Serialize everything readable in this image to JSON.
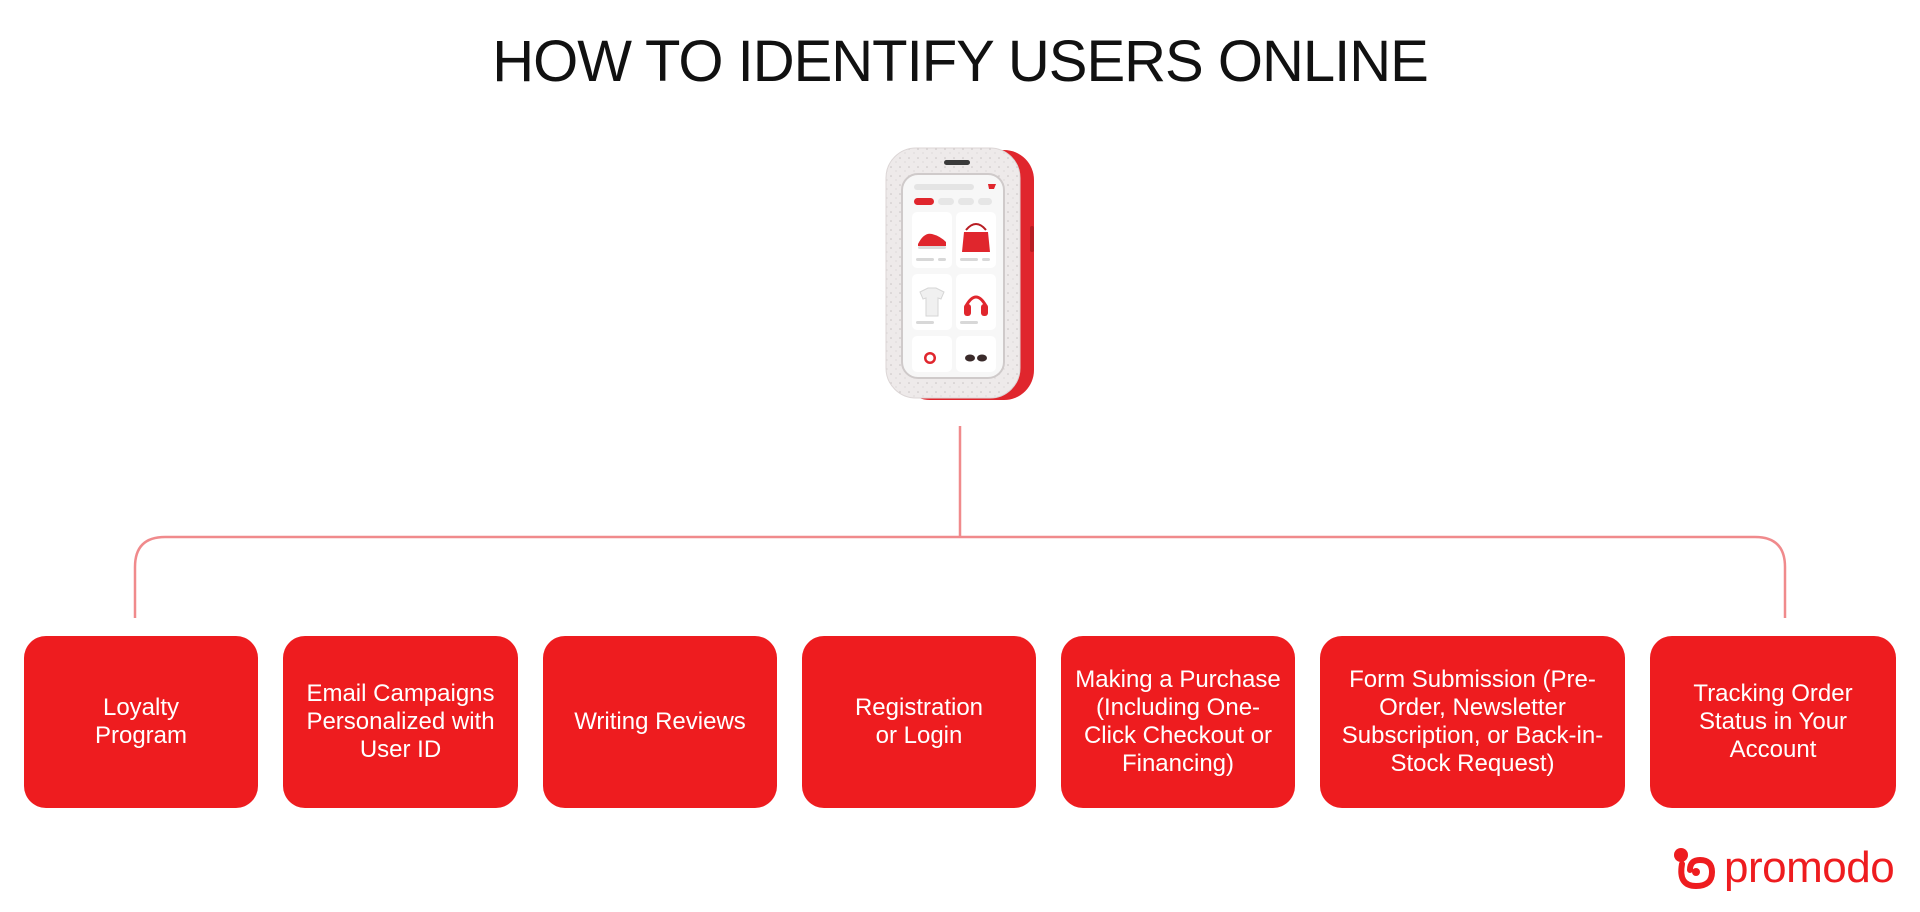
{
  "title": "HOW TO IDENTIFY USERS ONLINE",
  "colors": {
    "accent": "#ee1c1f",
    "connector": "#f08a8c",
    "title": "#111111"
  },
  "boxes": [
    {
      "label": "Loyalty Program"
    },
    {
      "label": "Email Campaigns Personalized with User ID"
    },
    {
      "label": "Writing Reviews"
    },
    {
      "label": "Registration or Login"
    },
    {
      "label": "Making a Purchase (Including One-Click Checkout or Financing)"
    },
    {
      "label": "Form Submission (Pre-Order, Newsletter Subscription, or Back-in-Stock Request)"
    },
    {
      "label": "Tracking Order Status in Your Account"
    }
  ],
  "logo": {
    "text": "promodo",
    "icon": "promodo-logo-icon"
  },
  "illustration": {
    "icon": "smartphone-shop-icon"
  }
}
